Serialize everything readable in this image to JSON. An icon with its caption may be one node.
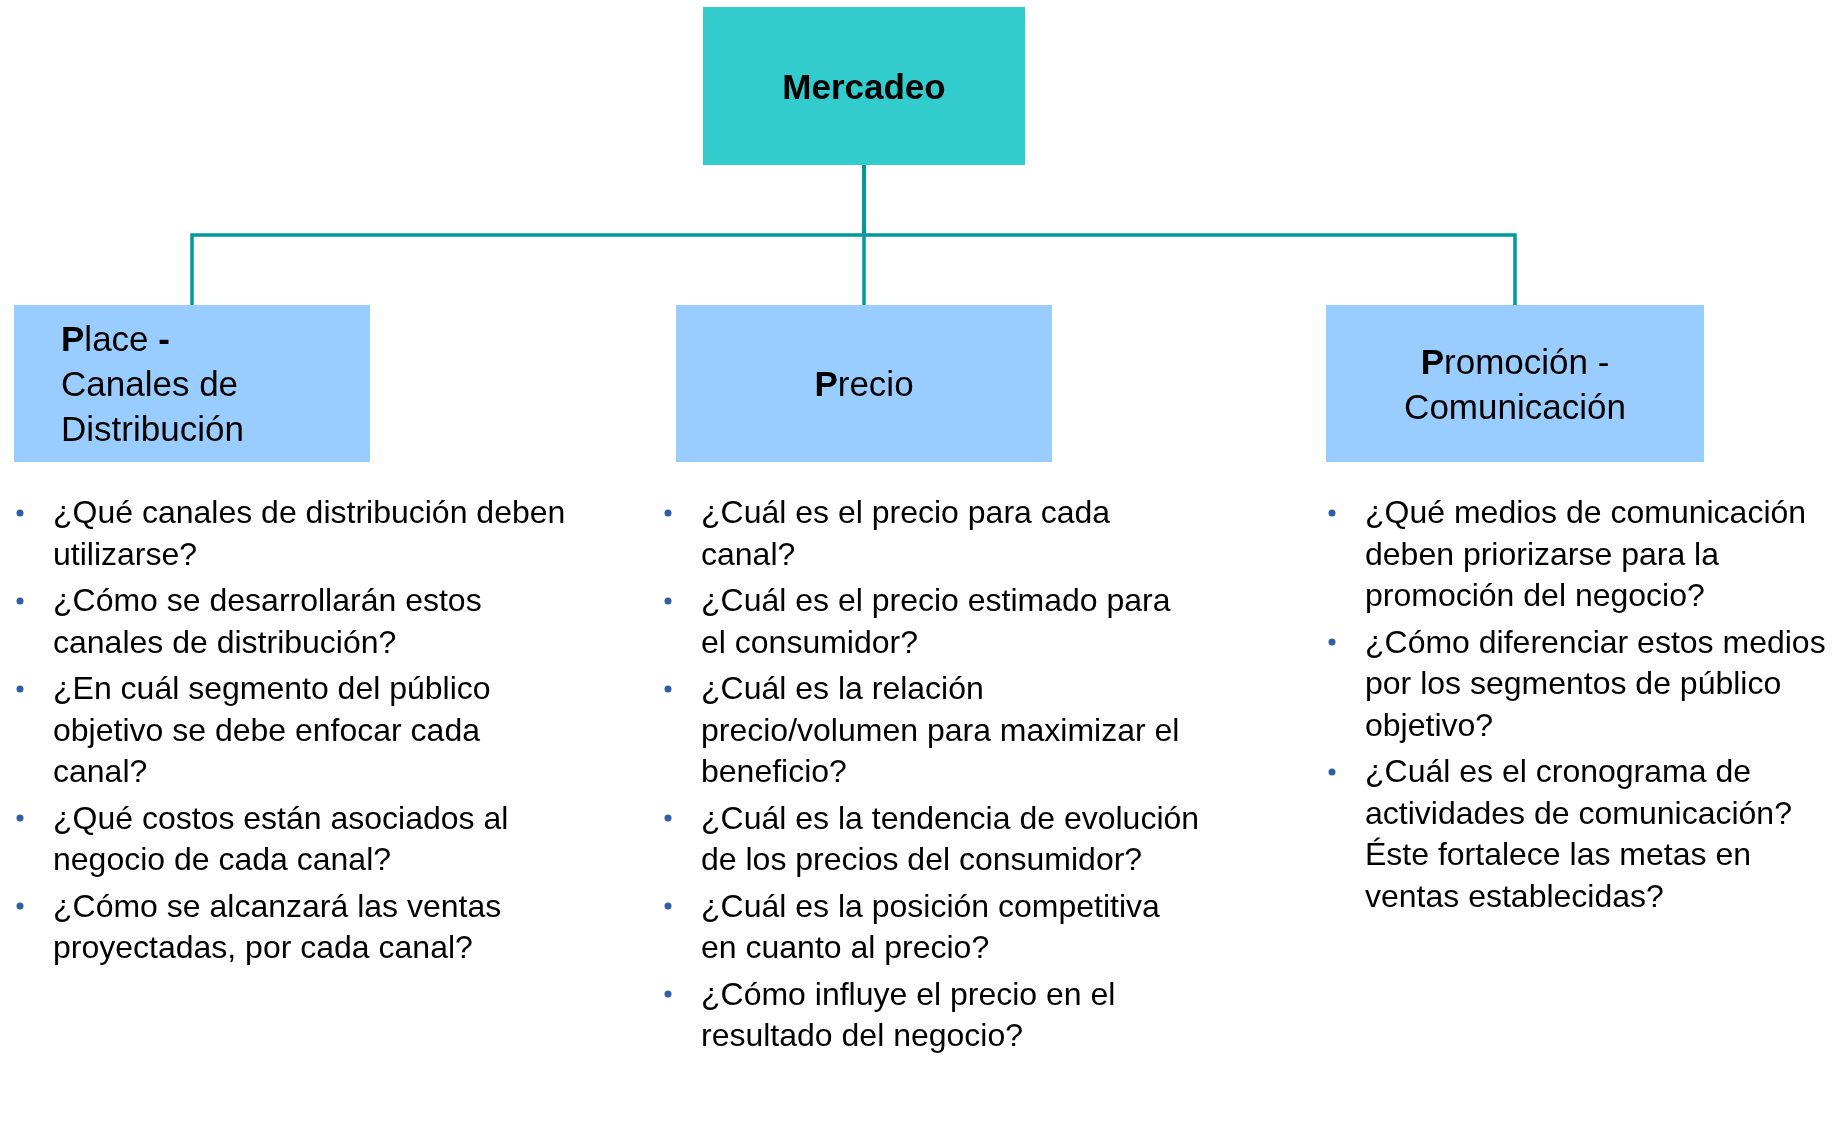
{
  "diagram": {
    "nodes": [
      {
        "text": [
          "Mercadeo"
        ]
      },
      {
        "text": [
          "**P**lace **-** Canales de Distribución"
        ],
        "beside": [
          "¿Qué canales de distribución deben utilizarse?",
          "¿Cómo se desarrollarán estos canales de distribución?",
          "¿En cuál segmento del público objetivo se debe enfocar cada canal?",
          "¿Qué costos están asociados al negocio de cada canal?",
          "¿Cómo se alcanzará las ventas proyectadas, por cada canal?"
        ]
      },
      {
        "text": [
          "**P**recio"
        ],
        "beside": [
          "¿Cuál es el precio para cada canal?",
          "¿Cuál es el precio estimado para el consumidor?",
          "¿Cuál es la relación precio/volumen para maximizar el beneficio?",
          "¿Cuál es la tendencia de evolución de los precios del consumidor?",
          "¿Cuál es la posición competitiva en cuanto al precio?",
          "¿Cómo influye el precio en el resultado del negocio?"
        ]
      },
      {
        "text": [
          "**P**romoción - Comunicación"
        ],
        "beside": [
          "¿Qué medios de comunicación deben priorizarse para la promoción del negocio?",
          "¿Cómo diferenciar estos medios por los segmentos de público objetivo?",
          "¿Cuál es el cronograma de actividades de comunicación? Éste fortalece las metas en ventas establecidas?"
        ]
      }
    ],
    "edges": [
      {
        "from": 0,
        "to": 1,
        "arrow": "none"
      },
      {
        "from": 0,
        "to": 2,
        "arrow": "none"
      },
      {
        "from": 0,
        "to": 3,
        "arrow": "none"
      }
    ]
  }
}
